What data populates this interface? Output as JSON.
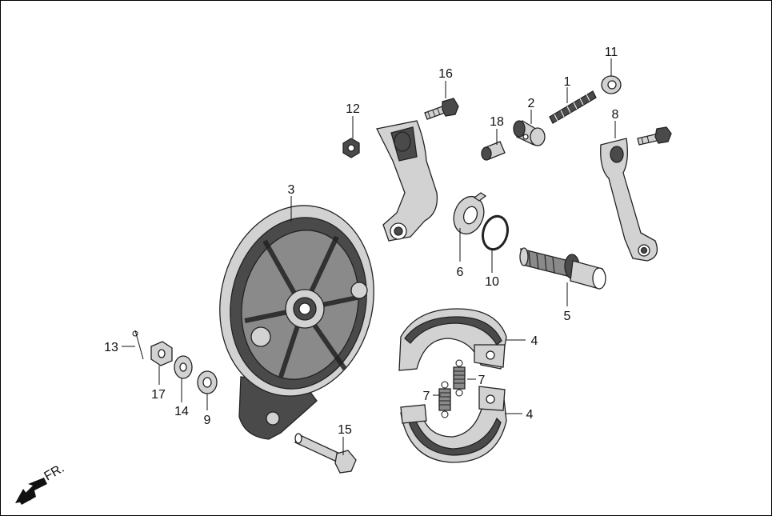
{
  "diagram": {
    "labels": {
      "p1": "1",
      "p2": "2",
      "p3": "3",
      "p4a": "4",
      "p4b": "4",
      "p5": "5",
      "p6": "6",
      "p7a": "7",
      "p7b": "7",
      "p8": "8",
      "p9": "9",
      "p10": "10",
      "p11": "11",
      "p12": "12",
      "p13": "13",
      "p14": "14",
      "p15": "15",
      "p16": "16",
      "p17": "17",
      "p18": "18"
    },
    "direction_label": "FR."
  }
}
